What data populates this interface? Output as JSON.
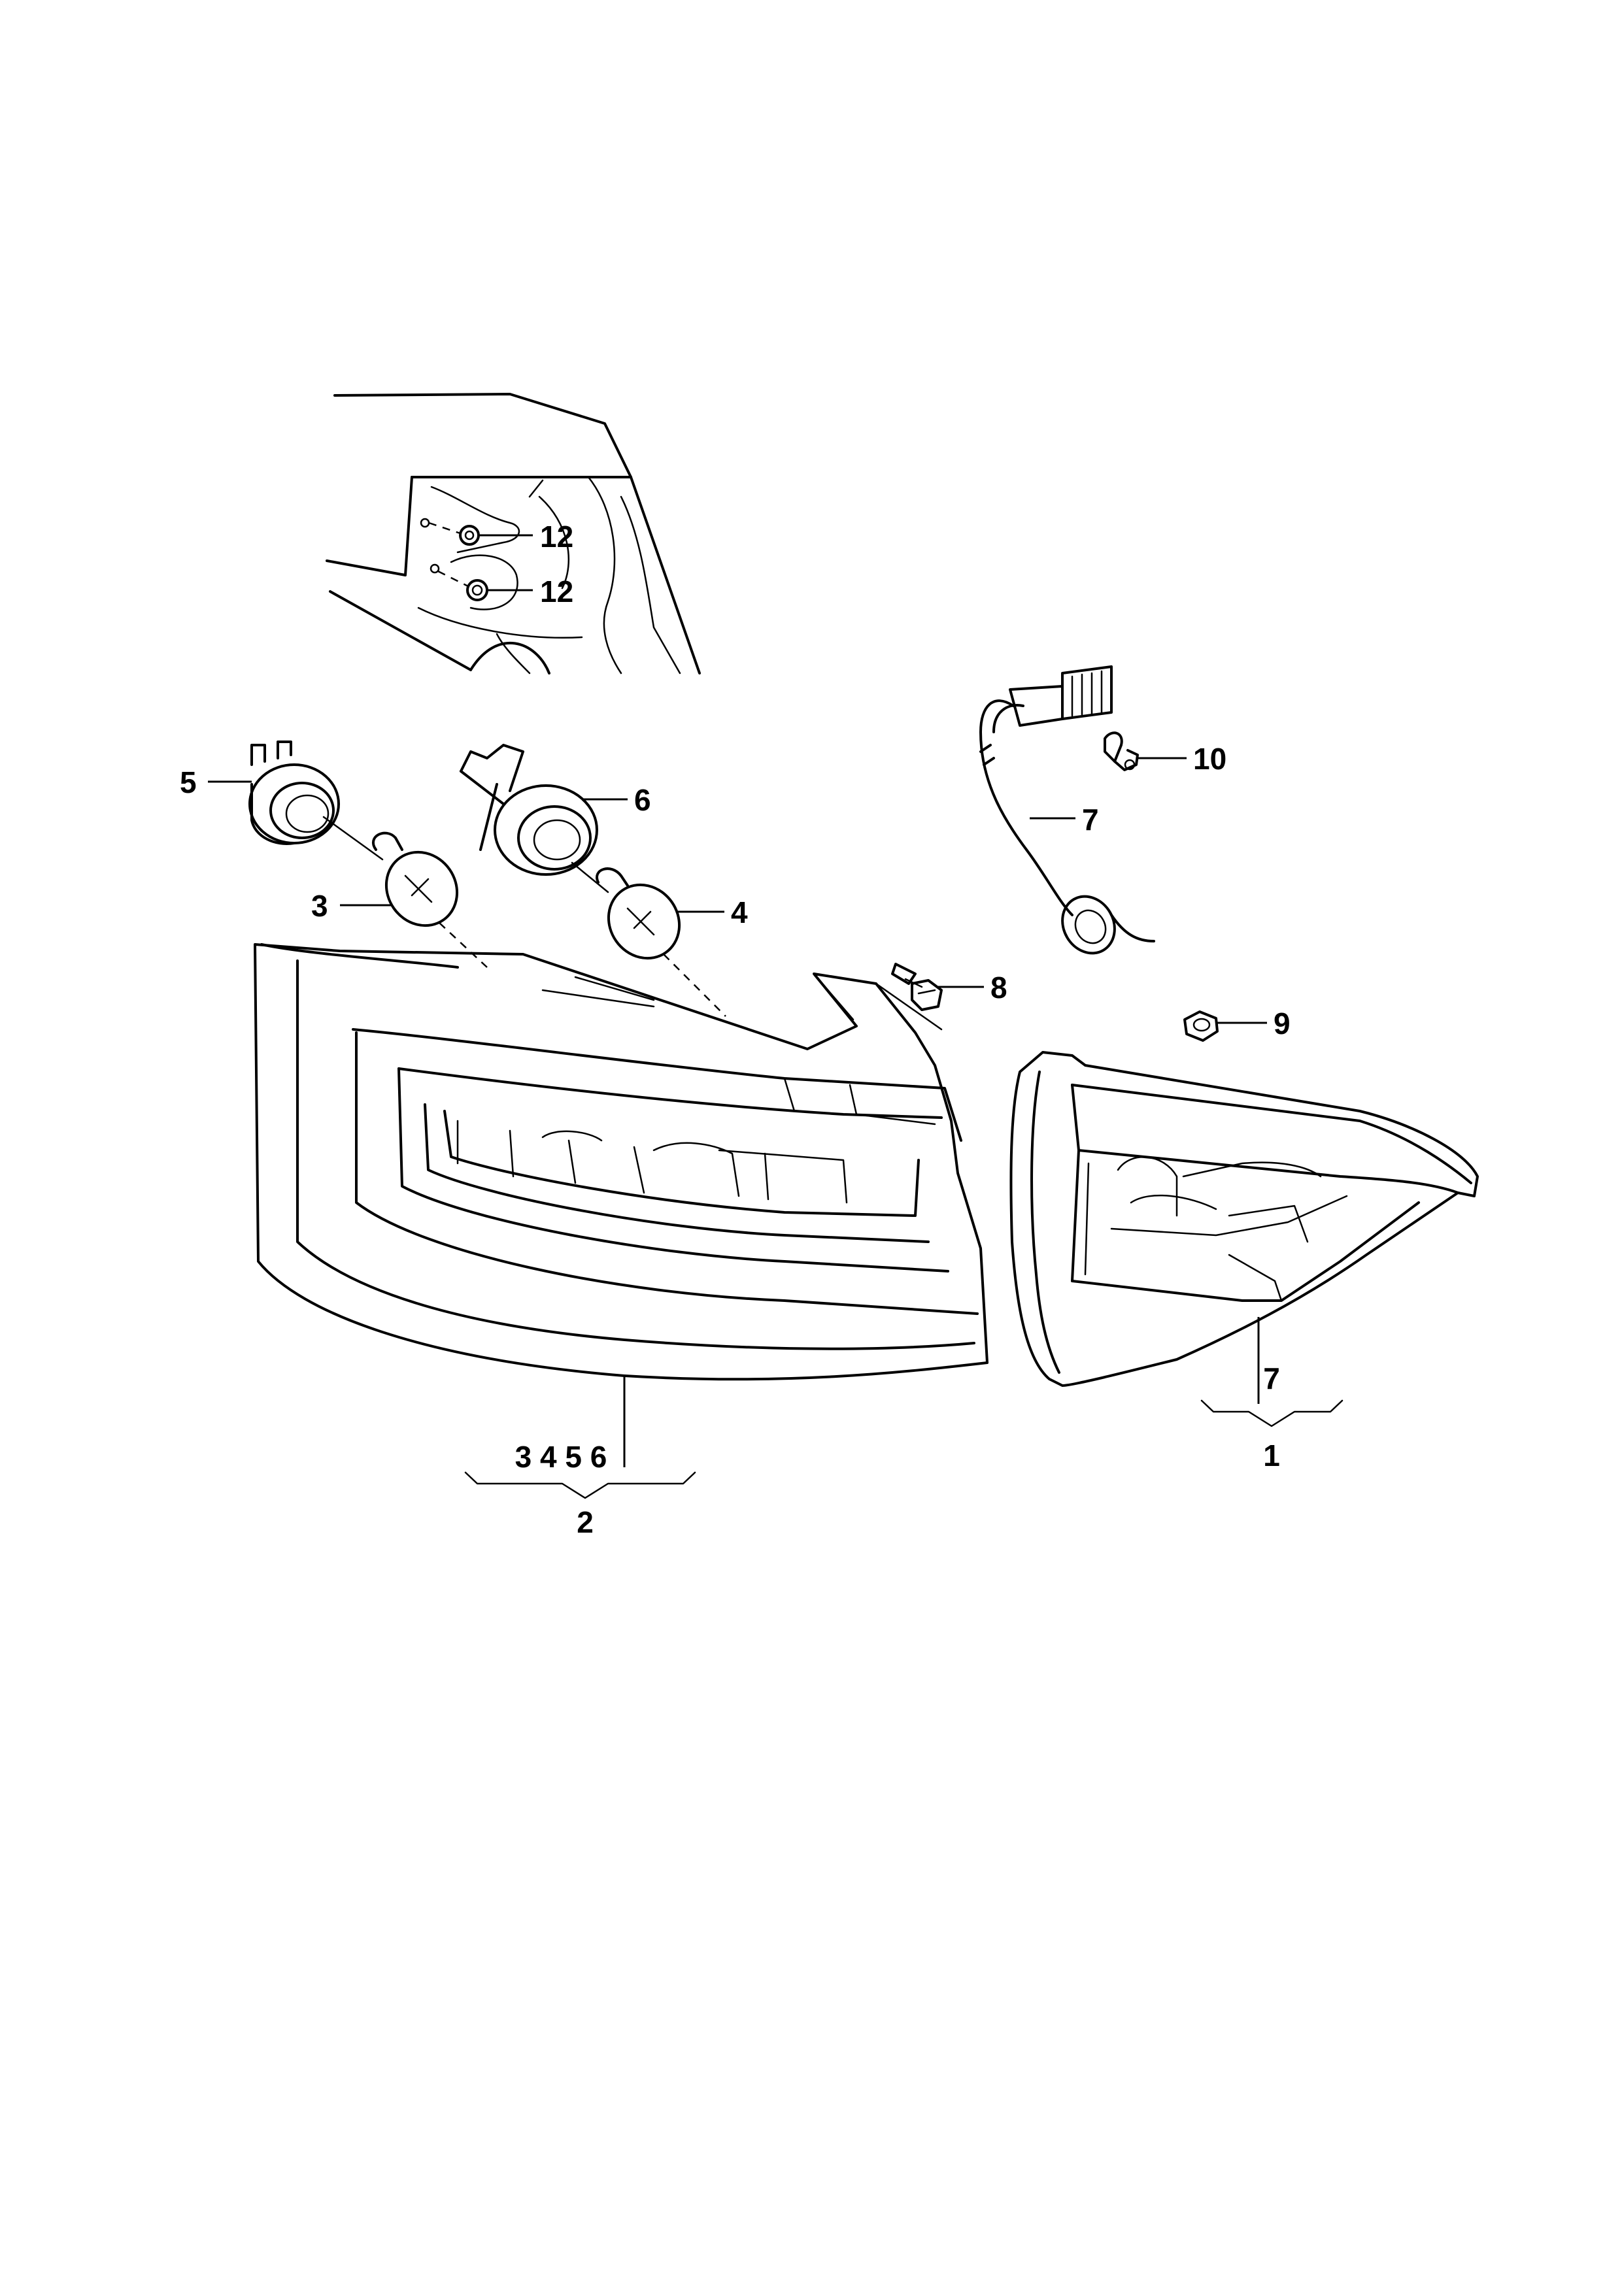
{
  "callouts": {
    "c1": "1",
    "c2": "2",
    "c3": "3",
    "c4": "4",
    "c5": "5",
    "c6": "6",
    "c7a": "7",
    "c7b": "7",
    "c8": "8",
    "c9": "9",
    "c10": "10",
    "c12a": "12",
    "c12b": "12",
    "c3456": "3 4 5 6"
  }
}
